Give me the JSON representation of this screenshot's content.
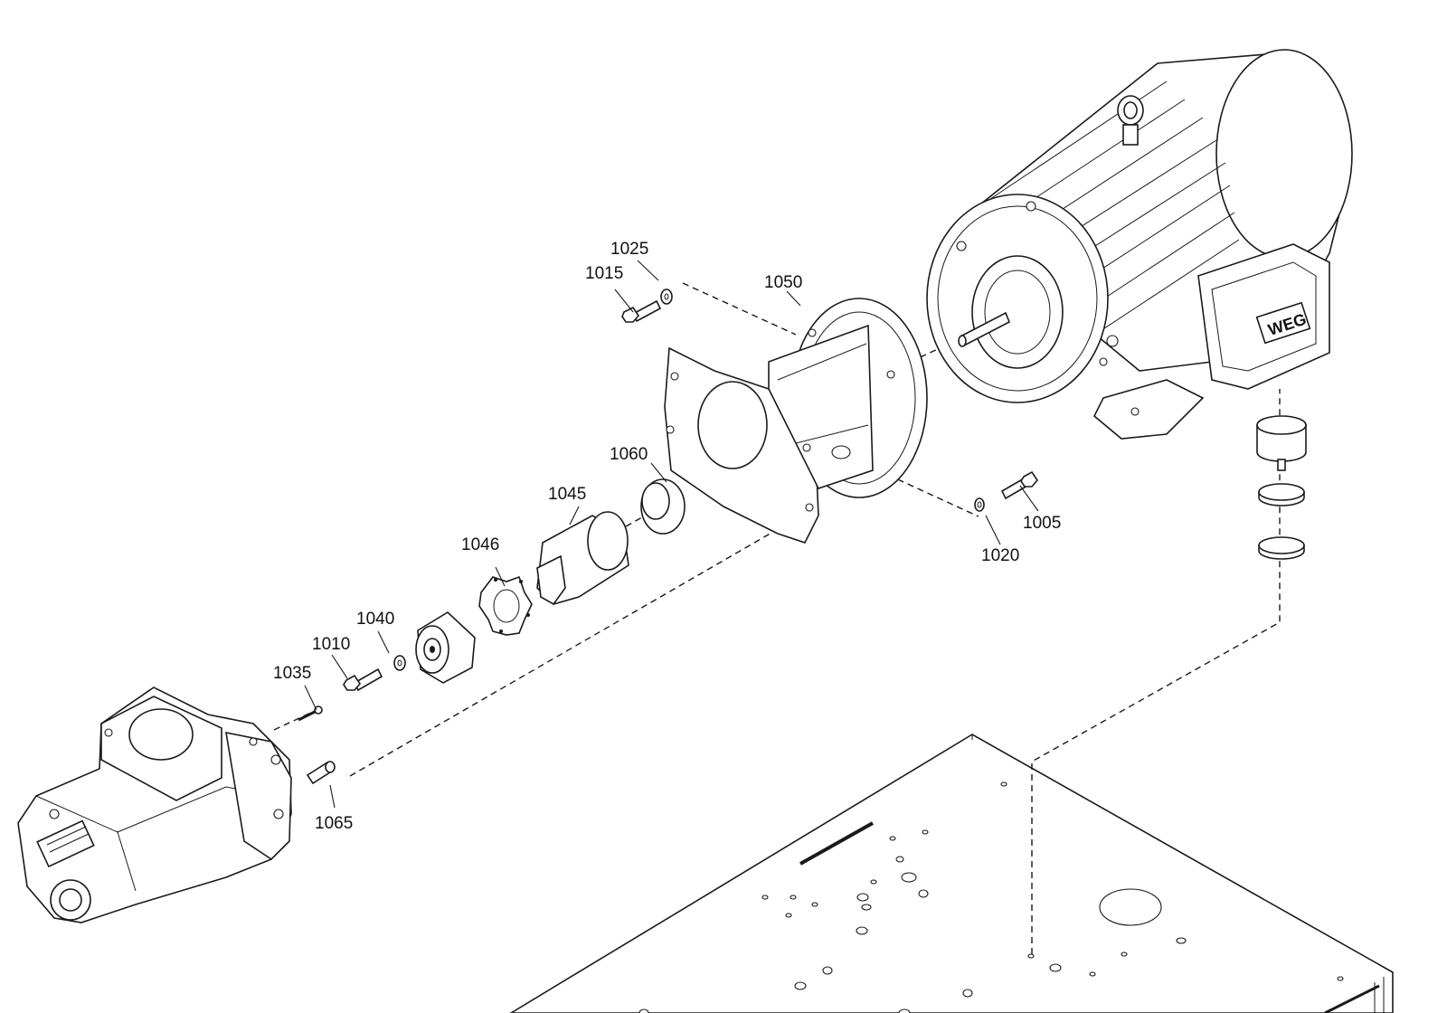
{
  "callouts": {
    "c1005": "1005",
    "c1010": "1010",
    "c1015": "1015",
    "c1020": "1020",
    "c1025": "1025",
    "c1035": "1035",
    "c1040": "1040",
    "c1045": "1045",
    "c1046": "1046",
    "c1050": "1050",
    "c1060": "1060",
    "c1065": "1065"
  },
  "motor": {
    "brand_logo": "WEG"
  }
}
